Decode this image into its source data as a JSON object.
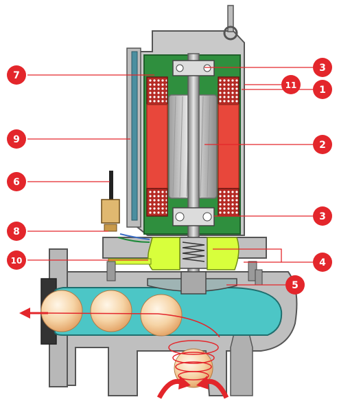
{
  "callouts": {
    "left": [
      {
        "label": "7"
      },
      {
        "label": "9"
      },
      {
        "label": "6"
      },
      {
        "label": "8"
      },
      {
        "label": "10"
      }
    ],
    "right": [
      {
        "label": "3"
      },
      {
        "label": "11"
      },
      {
        "label": "1"
      },
      {
        "label": "2"
      },
      {
        "label": "3"
      },
      {
        "label": "4"
      },
      {
        "label": "5"
      }
    ]
  },
  "colors": {
    "callout_red": "#e3262b",
    "casing_gray": "#c9c9c9",
    "motor_green": "#2f8f3e",
    "stator_red": "#e8473b",
    "rotor_silver": "#d9d9d9",
    "oil_yellow": "#d8ff3c",
    "volute_teal": "#4cc6c6",
    "solids_peach": "#f6d4a6",
    "flow_arrow_red": "#e3262b"
  },
  "icons": {
    "outlet_arrow": "arrow-left-icon",
    "inlet_arrows": "curved-arrow-icon",
    "lifting_eye": "lifting-eye-icon"
  }
}
